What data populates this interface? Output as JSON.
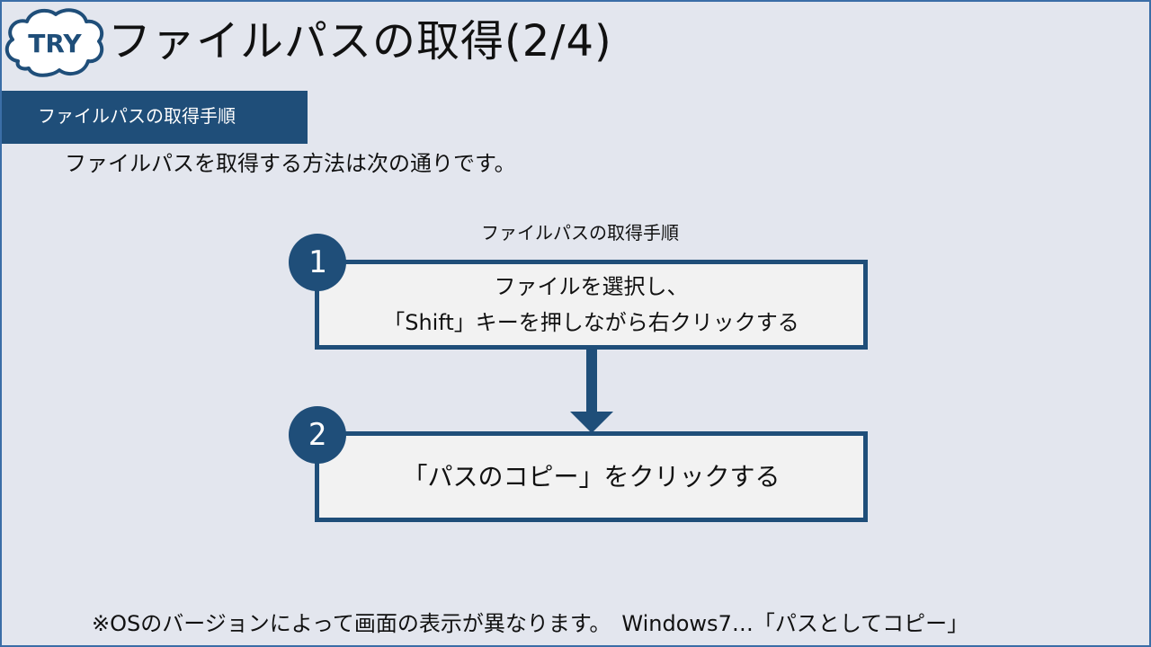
{
  "badge": {
    "label": "TRY",
    "icon": "cloud-icon",
    "fill": "#ffffff",
    "stroke": "#1f4e79",
    "text_color": "#1f4e79"
  },
  "title": "ファイルパスの取得(2/4)",
  "section_tab": "ファイルパスの取得手順",
  "intro": "ファイルパスを取得する方法は次の通りです。",
  "diagram": {
    "caption": "ファイルパスの取得手順",
    "steps": [
      {
        "number": "1",
        "lines": [
          "ファイルを選択し、",
          "「Shift」キーを押しながら右クリックする"
        ]
      },
      {
        "number": "2",
        "lines": [
          "「パスのコピー」をクリックする"
        ]
      }
    ],
    "arrow_icon": "arrow-down-icon"
  },
  "footnote": "※OSのバージョンによって画面の表示が異なります。　Windows7…「パスとしてコピー」",
  "colors": {
    "accent": "#1f4e79",
    "background": "#e3e6ee",
    "box_fill": "#f2f2f2",
    "border": "#3b6ea7"
  }
}
